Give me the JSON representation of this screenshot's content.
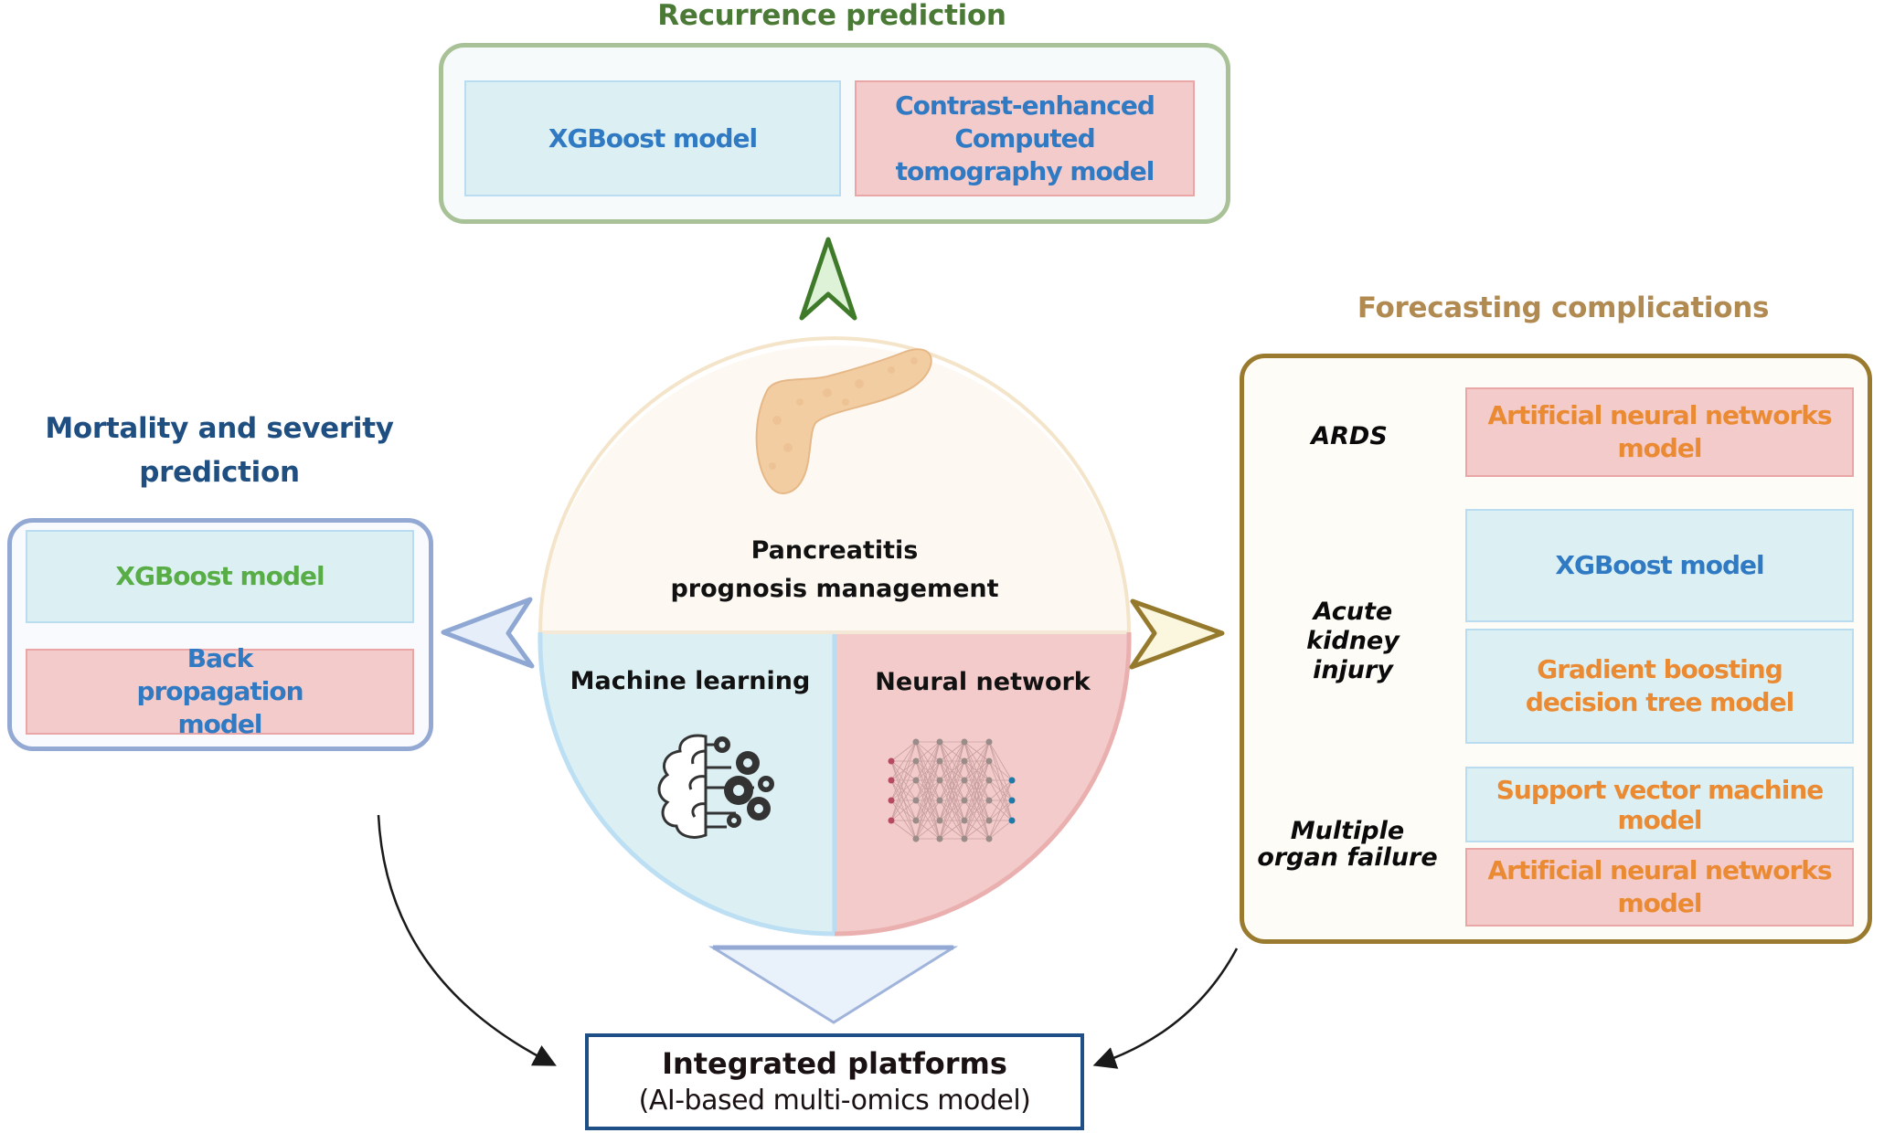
{
  "center": {
    "title_line1": "Pancreatitis",
    "title_line2": "prognosis management",
    "left_label": "Machine learning",
    "right_label": "Neural network",
    "icons": [
      "pancreas-icon",
      "brain-gears-icon",
      "neural-network-icon"
    ]
  },
  "recurrence": {
    "heading": "Recurrence prediction",
    "items": [
      {
        "label": "XGBoost model"
      },
      {
        "label": "Contrast-enhanced Computed tomography model"
      }
    ]
  },
  "mortality": {
    "heading_line1": "Mortality and severity",
    "heading_line2": "prediction",
    "items": [
      {
        "label": "XGBoost model"
      },
      {
        "label": "Back propagation model"
      }
    ]
  },
  "complications": {
    "heading": "Forecasting complications",
    "conditions": [
      {
        "label": "ARDS"
      },
      {
        "label": "Acute kidney injury"
      },
      {
        "label": "Multiple organ failure"
      }
    ],
    "items": [
      {
        "label": "Artificial neural networks model"
      },
      {
        "label": "XGBoost model"
      },
      {
        "label": "Gradient boosting decision tree model"
      },
      {
        "label": "Support vector machine model"
      },
      {
        "label": "Artificial neural networks model"
      }
    ]
  },
  "integrated": {
    "title": "Integrated platforms",
    "subtitle": "(AI-based multi-omics model)"
  },
  "colors": {
    "recurrence_accent": "#4a7a35",
    "mortality_accent": "#1f4e80",
    "complications_accent": "#b08a50",
    "complications_border": "#9a7a2e",
    "integrated_border": "#1e4f87"
  }
}
